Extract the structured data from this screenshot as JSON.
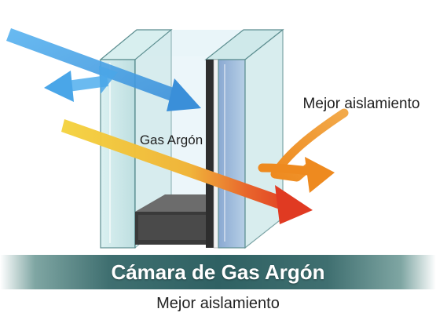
{
  "diagram": {
    "gas_label": "Gas Argón",
    "benefit_label": "Mejor aislamiento"
  },
  "caption": {
    "title": "Cámara de Gas Argón",
    "subtitle": "Mejor aislamiento"
  },
  "colors": {
    "glass": "#bfe3e4",
    "glass_edge": "#5c8e90",
    "inner_pane": "#8fb2d6",
    "spacer": "#3a3a3a",
    "arrow_blue": "#3d9be0",
    "arrow_yellow": "#f2c63a",
    "arrow_red": "#e04a2a",
    "arrow_orange": "#ee9a33",
    "caption_bar": "#2f6163"
  },
  "icons": [
    "incoming-light-arrow",
    "reflected-light-arrow",
    "sunlight-arrow",
    "transmitted-heat-arrow",
    "retained-heat-arrow"
  ]
}
